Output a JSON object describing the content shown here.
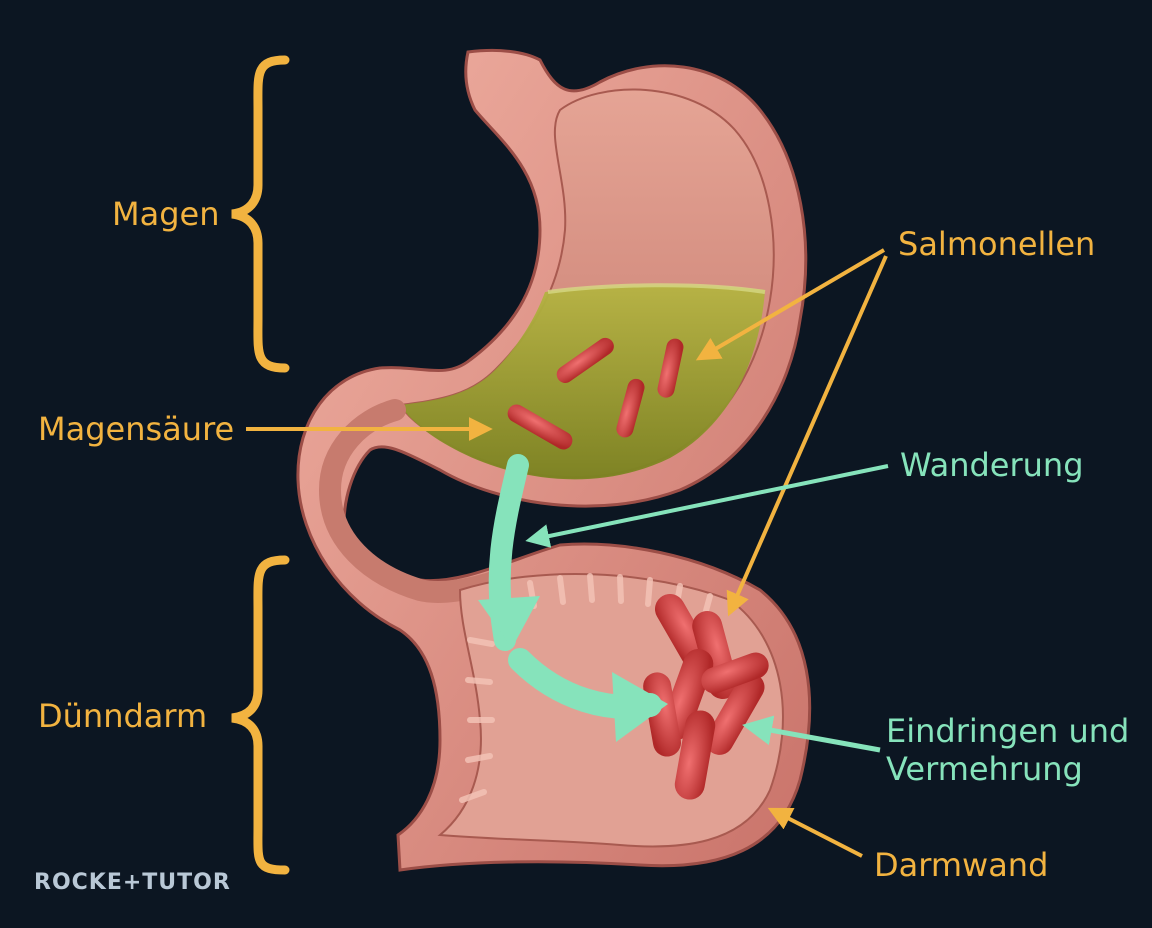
{
  "labels": {
    "magen": "Magen",
    "magensaeure": "Magensäure",
    "duenndarm": "Dünndarm",
    "salmonellen": "Salmonellen",
    "wanderung": "Wanderung",
    "eindringen_line1": "Eindringen und",
    "eindringen_line2": "Vermehrung",
    "darmwand": "Darmwand"
  },
  "brand": "ROCKE+TUTOR",
  "colors": {
    "background": "#0c1622",
    "label_orange": "#f2b340",
    "label_green": "#86e3bb",
    "tissue": "#e29a8c",
    "tissue_dark": "#b8635a",
    "acid": "#8f9a2e",
    "bacteria": "#d63a3a"
  }
}
